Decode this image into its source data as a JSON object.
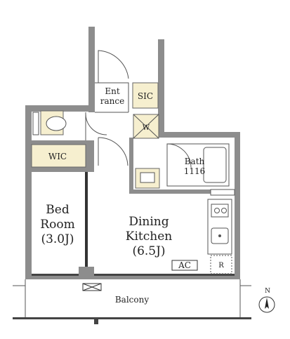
{
  "rooms": {
    "entrance_line1": "Ent",
    "entrance_line2": "rance",
    "sic": "SIC",
    "wic": "WIC",
    "bath_line1": "Bath",
    "bath_line2": "1116",
    "bed_line1": "Bed",
    "bed_line2": "Room",
    "bed_line3": "(3.0J)",
    "dining_line1": "Dining",
    "dining_line2": "Kitchen",
    "dining_line3": "(6.5J)",
    "balcony": "Balcony"
  },
  "fixtures": {
    "washer": "W",
    "ac": "AC",
    "refrigerator": "R"
  },
  "compass": {
    "north": "N"
  },
  "colors": {
    "wall": "#8d8d8d",
    "storage": "#f6efcf",
    "line": "#555555"
  }
}
